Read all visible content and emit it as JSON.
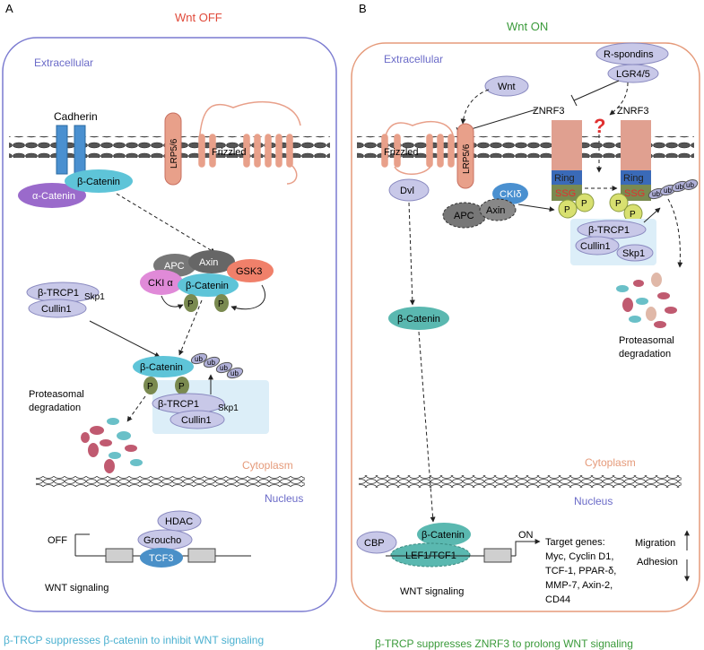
{
  "panel_a": {
    "letter": "A",
    "header": "Wnt OFF",
    "extracellular": "Extracellular",
    "cytoplasm": "Cytoplasm",
    "nucleus": "Nucleus",
    "cadherin": "Cadherin",
    "beta_catenin": "β-Catenin",
    "alpha_catenin": "α-Catenin",
    "lrp": "LRP5/6",
    "frizzled": "Frizzled",
    "apc": "APC",
    "axin": "Axin",
    "gsk3": "GSK3",
    "cki": "CKI α",
    "p": "P",
    "btrcp": "β-TRCP1",
    "skp1": "Skp1",
    "cullin1": "Cullin1",
    "ub": "ub",
    "proteasomal": "Proteasomal",
    "degradation": "degradation",
    "hdac": "HDAC",
    "groucho": "Groucho",
    "tcf3": "TCF3",
    "off": "OFF",
    "wnt_signaling": "WNT signaling",
    "caption": "β-TRCP suppresses β-catenin to inhibit WNT signaling"
  },
  "panel_b": {
    "letter": "B",
    "header": "Wnt ON",
    "extracellular": "Extracellular",
    "cytoplasm": "Cytoplasm",
    "nucleus": "Nucleus",
    "rspondins": "R-spondins",
    "lgr": "LGR4/5",
    "wnt": "Wnt",
    "znrf3": "ZNRF3",
    "question": "?",
    "frizzled": "Frizzled",
    "lrp": "LRP5/6",
    "dvl": "Dvl",
    "ckid": "CKIδ",
    "apc": "APC",
    "axin": "Axin",
    "ring": "Ring",
    "ssg": "SSG",
    "p": "P",
    "btrcp": "β-TRCP1",
    "cullin1": "Cullin1",
    "skp1": "Skp1",
    "ub": "ub",
    "proteasomal": "Proteasomal",
    "degradation": "degradation",
    "beta_catenin": "β-Catenin",
    "cbp": "CBP",
    "lef": "LEF1/TCF1",
    "on": "ON",
    "target_title": "Target genes:",
    "target_lines": [
      "Myc, Cyclin D1,",
      "TCF-1, PPAR-δ,",
      "MMP-7, Axin-2,",
      "CD44"
    ],
    "migration": "Migration",
    "adhesion": "Adhesion",
    "wnt_signaling": "WNT signaling",
    "caption": "β-TRCP suppresses ZNRF3 to prolong WNT signaling"
  },
  "colors": {
    "wnt_off": "#e04a3a",
    "wnt_on": "#3a9a3a",
    "cell_a": "#7a7ad0",
    "cell_b": "#e59a7a",
    "beta_catenin": "#5ec4d8",
    "lrp": "#e8a08a",
    "caption_a": "#4ab0d0",
    "caption_b": "#3a9a3a"
  }
}
